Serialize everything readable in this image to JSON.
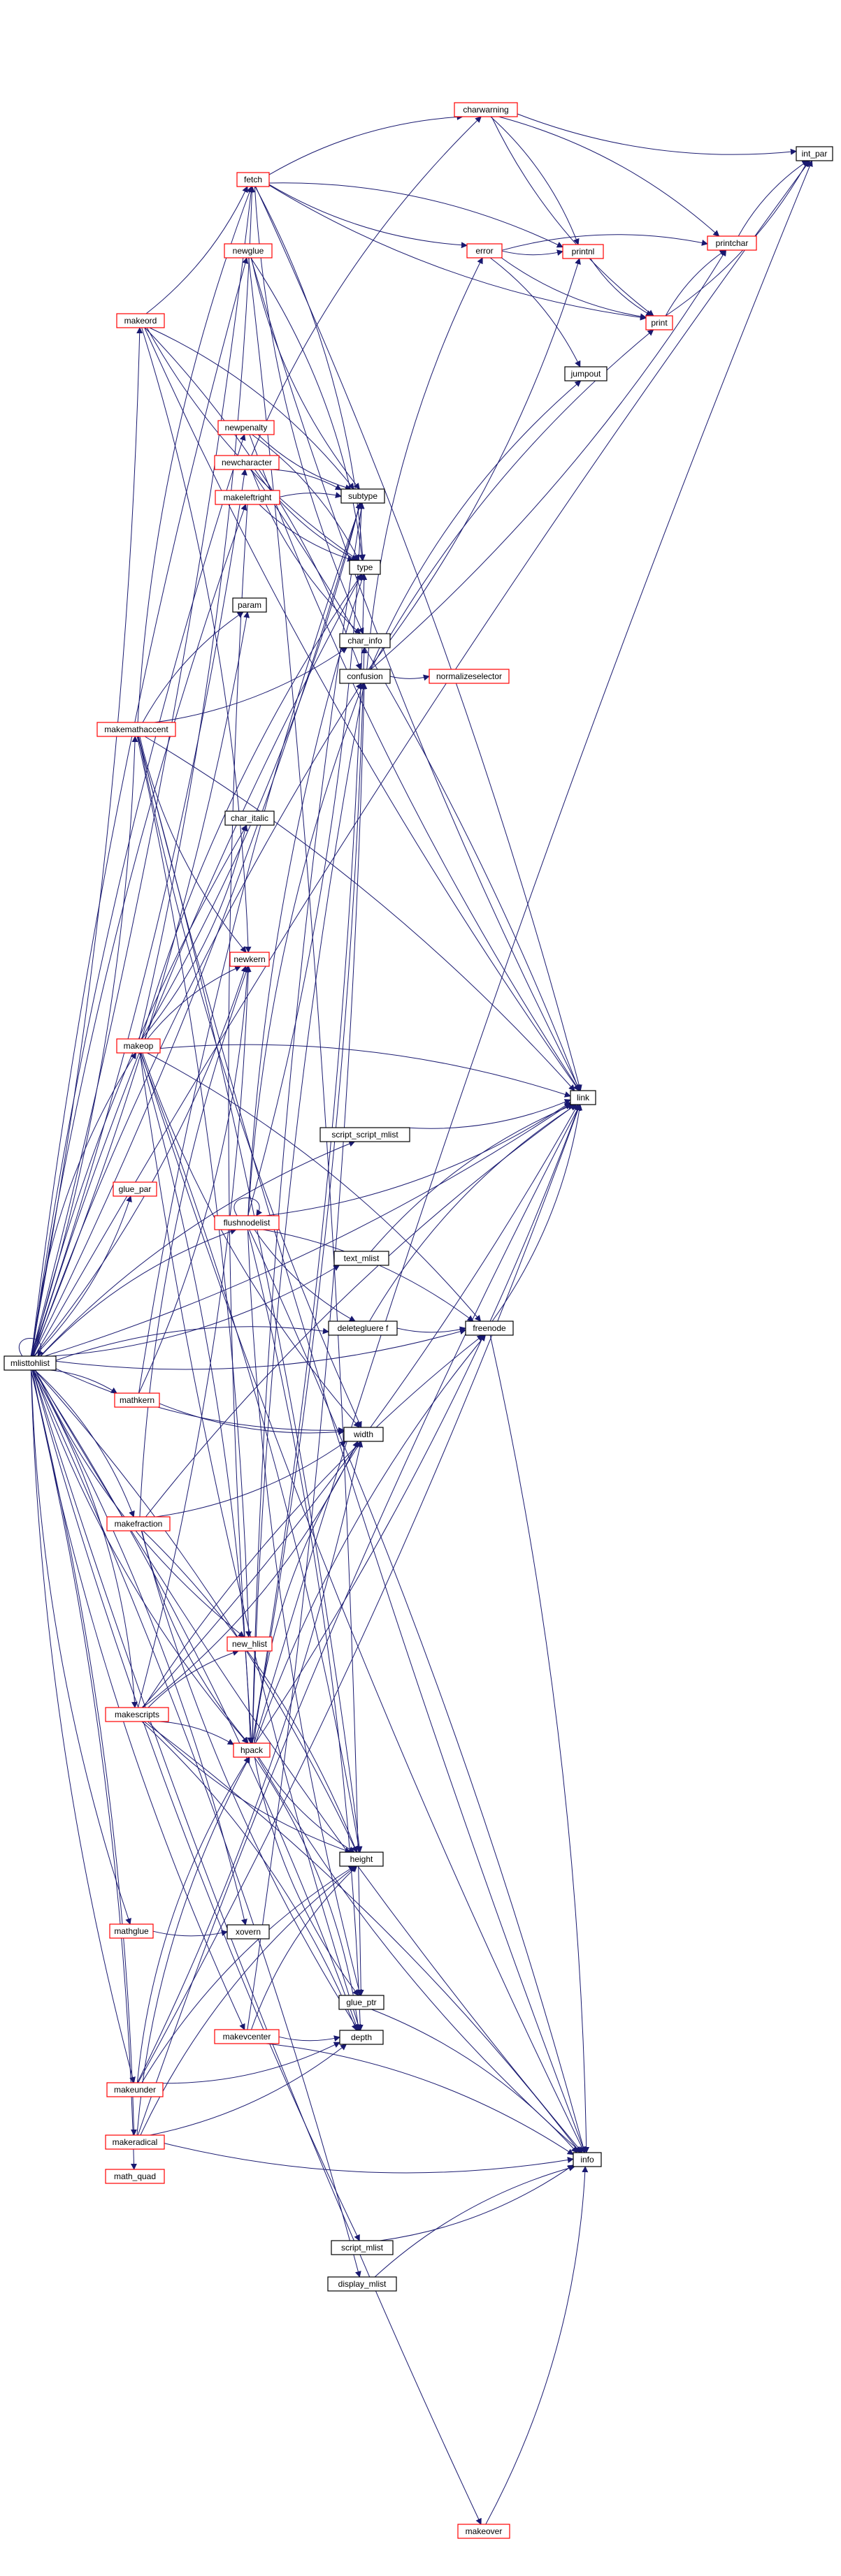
{
  "colors": {
    "edge": "#191970",
    "plain_border": "#000000",
    "link_border": "#ff0000",
    "root_fill": "#bfbfbf"
  },
  "nodes": [
    {
      "id": "mlisttohlist",
      "label": "mlisttohlist",
      "kind": "root"
    },
    {
      "id": "int_par",
      "label": "int_par",
      "kind": "plain"
    },
    {
      "id": "charwarning",
      "label": "charwarning",
      "kind": "link"
    },
    {
      "id": "fetch",
      "label": "fetch",
      "kind": "link"
    },
    {
      "id": "printchar",
      "label": "printchar",
      "kind": "link"
    },
    {
      "id": "error",
      "label": "error",
      "kind": "link"
    },
    {
      "id": "printnl",
      "label": "printnl",
      "kind": "link"
    },
    {
      "id": "newglue",
      "label": "newglue",
      "kind": "link"
    },
    {
      "id": "print",
      "label": "print",
      "kind": "link"
    },
    {
      "id": "makeord",
      "label": "makeord",
      "kind": "link"
    },
    {
      "id": "jumpout",
      "label": "jumpout",
      "kind": "plain"
    },
    {
      "id": "newpenalty",
      "label": "newpenalty",
      "kind": "link"
    },
    {
      "id": "newcharacter",
      "label": "newcharacter",
      "kind": "link"
    },
    {
      "id": "subtype",
      "label": "subtype",
      "kind": "plain"
    },
    {
      "id": "makeleftright",
      "label": "makeleftright",
      "kind": "link"
    },
    {
      "id": "type",
      "label": "type",
      "kind": "plain"
    },
    {
      "id": "param",
      "label": "param",
      "kind": "plain"
    },
    {
      "id": "char_info",
      "label": "char_info",
      "kind": "plain"
    },
    {
      "id": "confusion",
      "label": "confusion",
      "kind": "plain"
    },
    {
      "id": "normalizeselector",
      "label": "normalizeselector",
      "kind": "link"
    },
    {
      "id": "makemathaccent",
      "label": "makemathaccent",
      "kind": "link"
    },
    {
      "id": "char_italic",
      "label": "char_italic",
      "kind": "plain"
    },
    {
      "id": "newkern",
      "label": "newkern",
      "kind": "link"
    },
    {
      "id": "makeop",
      "label": "makeop",
      "kind": "link"
    },
    {
      "id": "link",
      "label": "link",
      "kind": "plain"
    },
    {
      "id": "script_script_mlist",
      "label": "script_script_mlist",
      "kind": "plain"
    },
    {
      "id": "glue_par",
      "label": "glue_par",
      "kind": "link"
    },
    {
      "id": "flushnodelist",
      "label": "flushnodelist",
      "kind": "link"
    },
    {
      "id": "text_mlist",
      "label": "text_mlist",
      "kind": "plain"
    },
    {
      "id": "deletegluere",
      "label": "deletegluere f",
      "kind": "plain"
    },
    {
      "id": "freenode",
      "label": "freenode",
      "kind": "plain"
    },
    {
      "id": "mathkern",
      "label": "mathkern",
      "kind": "link"
    },
    {
      "id": "width",
      "label": "width",
      "kind": "plain"
    },
    {
      "id": "makefraction",
      "label": "makefraction",
      "kind": "link"
    },
    {
      "id": "new_hlist",
      "label": "new_hlist",
      "kind": "link"
    },
    {
      "id": "makescripts",
      "label": "makescripts",
      "kind": "link"
    },
    {
      "id": "hpack",
      "label": "hpack",
      "kind": "link"
    },
    {
      "id": "height",
      "label": "height",
      "kind": "plain"
    },
    {
      "id": "mathglue",
      "label": "mathglue",
      "kind": "link"
    },
    {
      "id": "xovern",
      "label": "xovern",
      "kind": "plain"
    },
    {
      "id": "glue_ptr",
      "label": "glue_ptr",
      "kind": "plain"
    },
    {
      "id": "makevcenter",
      "label": "makevcenter",
      "kind": "link"
    },
    {
      "id": "depth",
      "label": "depth",
      "kind": "plain"
    },
    {
      "id": "makeunder",
      "label": "makeunder",
      "kind": "link"
    },
    {
      "id": "makeradical",
      "label": "makeradical",
      "kind": "link"
    },
    {
      "id": "info",
      "label": "info",
      "kind": "plain"
    },
    {
      "id": "math_quad",
      "label": "math_quad",
      "kind": "link"
    },
    {
      "id": "script_mlist",
      "label": "script_mlist",
      "kind": "plain"
    },
    {
      "id": "display_mlist",
      "label": "display_mlist",
      "kind": "plain"
    },
    {
      "id": "makeover",
      "label": "makeover",
      "kind": "link"
    }
  ],
  "edges": [
    [
      "mlisttohlist",
      "mlisttohlist"
    ],
    [
      "mlisttohlist",
      "int_par"
    ],
    [
      "mlisttohlist",
      "fetch"
    ],
    [
      "mlisttohlist",
      "newglue"
    ],
    [
      "mlisttohlist",
      "makeord"
    ],
    [
      "mlisttohlist",
      "newpenalty"
    ],
    [
      "mlisttohlist",
      "newcharacter"
    ],
    [
      "mlisttohlist",
      "makeleftright"
    ],
    [
      "mlisttohlist",
      "subtype"
    ],
    [
      "mlisttohlist",
      "type"
    ],
    [
      "mlisttohlist",
      "param"
    ],
    [
      "mlisttohlist",
      "confusion"
    ],
    [
      "mlisttohlist",
      "makemathaccent"
    ],
    [
      "mlisttohlist",
      "char_italic"
    ],
    [
      "mlisttohlist",
      "newkern"
    ],
    [
      "mlisttohlist",
      "makeop"
    ],
    [
      "mlisttohlist",
      "link"
    ],
    [
      "mlisttohlist",
      "script_script_mlist"
    ],
    [
      "mlisttohlist",
      "glue_par"
    ],
    [
      "mlisttohlist",
      "flushnodelist"
    ],
    [
      "mlisttohlist",
      "text_mlist"
    ],
    [
      "mlisttohlist",
      "deletegluere"
    ],
    [
      "mlisttohlist",
      "freenode"
    ],
    [
      "mlisttohlist",
      "mathkern"
    ],
    [
      "mlisttohlist",
      "width"
    ],
    [
      "mlisttohlist",
      "makefraction"
    ],
    [
      "mlisttohlist",
      "new_hlist"
    ],
    [
      "mlisttohlist",
      "makescripts"
    ],
    [
      "mlisttohlist",
      "hpack"
    ],
    [
      "mlisttohlist",
      "height"
    ],
    [
      "mlisttohlist",
      "mathglue"
    ],
    [
      "mlisttohlist",
      "xovern"
    ],
    [
      "mlisttohlist",
      "makevcenter"
    ],
    [
      "mlisttohlist",
      "depth"
    ],
    [
      "mlisttohlist",
      "makeunder"
    ],
    [
      "mlisttohlist",
      "makeradical"
    ],
    [
      "mlisttohlist",
      "info"
    ],
    [
      "mlisttohlist",
      "math_quad"
    ],
    [
      "mlisttohlist",
      "script_mlist"
    ],
    [
      "mlisttohlist",
      "display_mlist"
    ],
    [
      "mlisttohlist",
      "makeover"
    ],
    [
      "fetch",
      "charwarning"
    ],
    [
      "fetch",
      "error"
    ],
    [
      "fetch",
      "printnl"
    ],
    [
      "fetch",
      "print"
    ],
    [
      "fetch",
      "type"
    ],
    [
      "fetch",
      "char_info"
    ],
    [
      "fetch",
      "link"
    ],
    [
      "charwarning",
      "int_par"
    ],
    [
      "charwarning",
      "printnl"
    ],
    [
      "charwarning",
      "print"
    ],
    [
      "charwarning",
      "printchar"
    ],
    [
      "error",
      "printnl"
    ],
    [
      "error",
      "printchar"
    ],
    [
      "error",
      "print"
    ],
    [
      "error",
      "jumpout"
    ],
    [
      "printnl",
      "print"
    ],
    [
      "print",
      "printchar"
    ],
    [
      "print",
      "int_par"
    ],
    [
      "printchar",
      "int_par"
    ],
    [
      "newglue",
      "subtype"
    ],
    [
      "newglue",
      "type"
    ],
    [
      "newglue",
      "link"
    ],
    [
      "newglue",
      "glue_ptr"
    ],
    [
      "makeord",
      "fetch"
    ],
    [
      "makeord",
      "newkern"
    ],
    [
      "makeord",
      "type"
    ],
    [
      "makeord",
      "subtype"
    ],
    [
      "makeord",
      "link"
    ],
    [
      "makeord",
      "confusion"
    ],
    [
      "newpenalty",
      "subtype"
    ],
    [
      "newpenalty",
      "type"
    ],
    [
      "newpenalty",
      "link"
    ],
    [
      "newcharacter",
      "subtype"
    ],
    [
      "newcharacter",
      "type"
    ],
    [
      "newcharacter",
      "charwarning"
    ],
    [
      "newcharacter",
      "char_info"
    ],
    [
      "newcharacter",
      "link"
    ],
    [
      "makeleftright",
      "type"
    ],
    [
      "makeleftright",
      "subtype"
    ],
    [
      "makeleftright",
      "hpack"
    ],
    [
      "confusion",
      "print"
    ],
    [
      "confusion",
      "printnl"
    ],
    [
      "confusion",
      "error"
    ],
    [
      "confusion",
      "normalizeselector"
    ],
    [
      "confusion",
      "jumpout"
    ],
    [
      "confusion",
      "printchar"
    ],
    [
      "makemathaccent",
      "fetch"
    ],
    [
      "makemathaccent",
      "newkern"
    ],
    [
      "makemathaccent",
      "param"
    ],
    [
      "makemathaccent",
      "char_info"
    ],
    [
      "makemathaccent",
      "link"
    ],
    [
      "makemathaccent",
      "info"
    ],
    [
      "makemathaccent",
      "height"
    ],
    [
      "makemathaccent",
      "width"
    ],
    [
      "makemathaccent",
      "new_hlist"
    ],
    [
      "makeop",
      "fetch"
    ],
    [
      "makeop",
      "newkern"
    ],
    [
      "makeop",
      "char_italic"
    ],
    [
      "makeop",
      "type"
    ],
    [
      "makeop",
      "subtype"
    ],
    [
      "makeop",
      "link"
    ],
    [
      "makeop",
      "width"
    ],
    [
      "makeop",
      "height"
    ],
    [
      "makeop",
      "depth"
    ],
    [
      "makeop",
      "freenode"
    ],
    [
      "makeop",
      "info"
    ],
    [
      "makeop",
      "hpack"
    ],
    [
      "flushnodelist",
      "flushnodelist"
    ],
    [
      "flushnodelist",
      "freenode"
    ],
    [
      "flushnodelist",
      "link"
    ],
    [
      "flushnodelist",
      "type"
    ],
    [
      "flushnodelist",
      "subtype"
    ],
    [
      "flushnodelist",
      "confusion"
    ],
    [
      "flushnodelist",
      "deletegluere"
    ],
    [
      "flushnodelist",
      "info"
    ],
    [
      "flushnodelist",
      "glue_ptr"
    ],
    [
      "flushnodelist",
      "depth"
    ],
    [
      "deletegluere",
      "freenode"
    ],
    [
      "deletegluere",
      "link"
    ],
    [
      "script_script_mlist",
      "link"
    ],
    [
      "text_mlist",
      "link"
    ],
    [
      "freenode",
      "link"
    ],
    [
      "freenode",
      "info"
    ],
    [
      "mathkern",
      "width"
    ],
    [
      "mathkern",
      "subtype"
    ],
    [
      "mathkern",
      "newkern"
    ],
    [
      "makefraction",
      "newkern"
    ],
    [
      "makefraction",
      "width"
    ],
    [
      "makefraction",
      "height"
    ],
    [
      "makefraction",
      "depth"
    ],
    [
      "makefraction",
      "link"
    ],
    [
      "makefraction",
      "hpack"
    ],
    [
      "makescripts",
      "hpack"
    ],
    [
      "makescripts",
      "newkern"
    ],
    [
      "makescripts",
      "new_hlist"
    ],
    [
      "makescripts",
      "height"
    ],
    [
      "makescripts",
      "depth"
    ],
    [
      "makescripts",
      "width"
    ],
    [
      "makescripts",
      "freenode"
    ],
    [
      "makescripts",
      "link"
    ],
    [
      "makescripts",
      "info"
    ],
    [
      "hpack",
      "link"
    ],
    [
      "hpack",
      "width"
    ],
    [
      "hpack",
      "height"
    ],
    [
      "hpack",
      "depth"
    ],
    [
      "hpack",
      "type"
    ],
    [
      "hpack",
      "subtype"
    ],
    [
      "hpack",
      "char_info"
    ],
    [
      "hpack",
      "freenode"
    ],
    [
      "hpack",
      "info"
    ],
    [
      "hpack",
      "confusion"
    ],
    [
      "hpack",
      "glue_ptr"
    ],
    [
      "hpack",
      "int_par"
    ],
    [
      "mathglue",
      "xovern"
    ],
    [
      "glue_ptr",
      "info"
    ],
    [
      "makevcenter",
      "depth"
    ],
    [
      "makevcenter",
      "height"
    ],
    [
      "makevcenter",
      "confusion"
    ],
    [
      "makevcenter",
      "info"
    ],
    [
      "makeunder",
      "width"
    ],
    [
      "makeunder",
      "height"
    ],
    [
      "makeunder",
      "depth"
    ],
    [
      "makeunder",
      "hpack"
    ],
    [
      "makeunder",
      "link"
    ],
    [
      "makeradical",
      "height"
    ],
    [
      "makeradical",
      "depth"
    ],
    [
      "makeradical",
      "hpack"
    ],
    [
      "makeradical",
      "info"
    ],
    [
      "makeradical",
      "link"
    ],
    [
      "script_mlist",
      "info"
    ],
    [
      "display_mlist",
      "info"
    ],
    [
      "makeover",
      "info"
    ]
  ]
}
